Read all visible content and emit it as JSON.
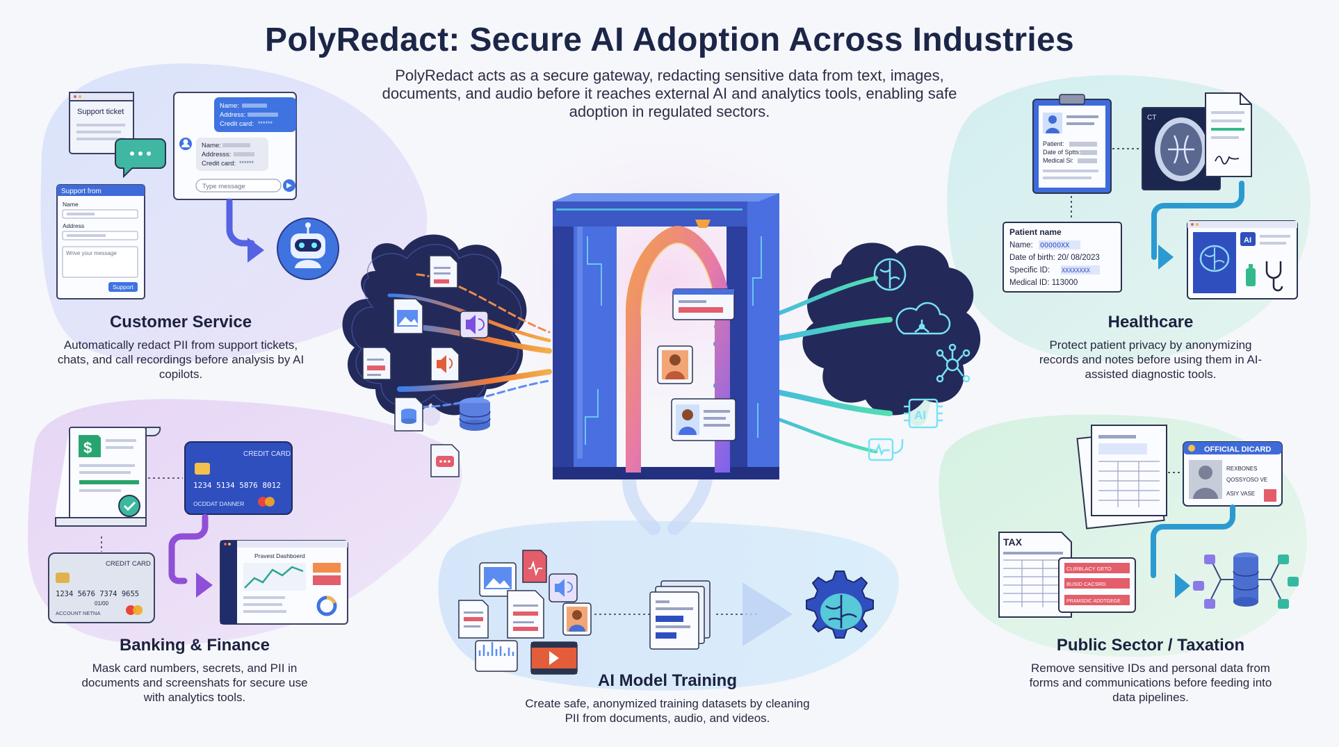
{
  "title": "PolyRedact: Secure AI Adoption Across Industries",
  "subtitle": "PolyRedact acts as a secure gateway, redacting sensitive data from text, images, documents, and audio before it reaches external AI and analytics tools, enabling safe adoption in regulated sectors.",
  "colors": {
    "blue_blob": "#dfe6fb",
    "purple_blob": "#e4d8f5",
    "teal_blob": "#d7f0ea",
    "green_blob": "#d8f2e2",
    "gateway_gradient": [
      "#4c9cf0",
      "#8d5cf0",
      "#f08b3a"
    ]
  },
  "sections": {
    "customer_service": {
      "heading": "Customer Service",
      "description": "Automatically redact PII from support tickets, chats, and call recordings before analysis by AI copilots.",
      "support_ticket": "Support ticket",
      "chat_top": [
        "Name:",
        "Address:",
        "Credit card:"
      ],
      "chat_bottom": [
        "Name:",
        "Addresss:",
        "Credit card:"
      ],
      "redaction_mark": "******",
      "chat_placeholder": "Type message",
      "support_form": "Support from",
      "form_name": "Name",
      "form_address": "Address",
      "form_message": "Wrive your message",
      "form_button": "Support"
    },
    "healthcare": {
      "heading": "Healthcare",
      "description": "Protect patient privacy by anonymizing records and notes before using them in AI-assisted diagnostic tools.",
      "clipboard_lines": [
        "Patient:",
        "Date of Sptts:",
        "Medical Si:"
      ],
      "scan_label": "CT",
      "record_title": "Patient name",
      "record_lines": [
        "Name: ",
        "Date of birth: 20/ 08/2023",
        "Specific ID: ",
        "Medical ID: 113000"
      ],
      "record_redacted": [
        "OOOOOXX",
        "XXXXXXXX"
      ],
      "dashboard_tag": "AI"
    },
    "banking": {
      "heading": "Banking & Finance",
      "description": "Mask card numbers, secrets, and PII in documents and screenshats for secure use with analytics tools.",
      "card_top_label": "CREDIT CARD",
      "card_top_number": "1234 5134 5876 8012",
      "card_top_holder": "OCDDAT DANNER",
      "card_bottom_label": "CREDIT CARD",
      "card_bottom_number": "1234 5676 7374 9655",
      "card_bottom_expiry": "01/00",
      "card_bottom_holder": "ACCOUNT NETNA",
      "dashboard_title": "Pravest Dashboerd",
      "receipt_symbol": "$"
    },
    "ai_training": {
      "heading": "AI Model Training",
      "description": "Create safe, anonymized training datasets by cleaning PII from documents, audio, and videos."
    },
    "public_sector": {
      "heading": "Public Sector / Taxation",
      "description": "Remove sensitive IDs and personal data from forms and communications before feeding into data pipelines.",
      "id_card_title": "OFFICIAL DICARD",
      "id_card_lines": [
        "REXBONES",
        "QOSSYOSO VE",
        "ASIY VASE"
      ],
      "tax_label": "TAX",
      "tax_tags": [
        "CLIRBLACY GETO",
        "BUSID CACSRD",
        "PRAMSDIC ADDTGEGE"
      ]
    }
  },
  "gateway": {
    "ai_chip_label": "AI"
  }
}
